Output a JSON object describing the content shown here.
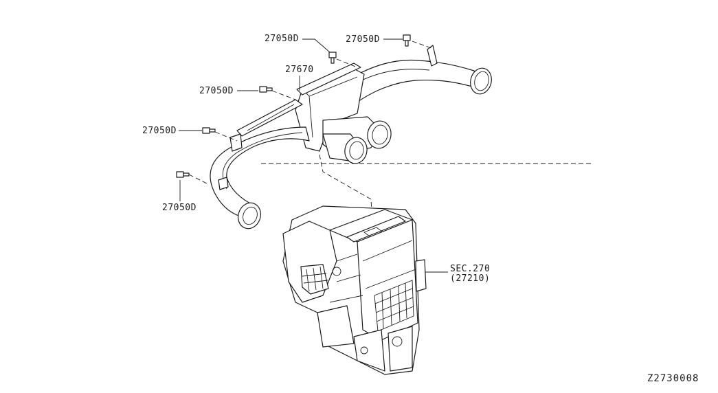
{
  "diagram": {
    "labels": {
      "bolt_top_left": "27050D",
      "bolt_top_right": "27050D",
      "duct_part": "27670",
      "bolt_mid_upper": "27050D",
      "bolt_mid_lower": "27050D",
      "bolt_bottom": "27050D",
      "section_ref": "SEC.270",
      "section_sub": "(27210)"
    },
    "drawing_code": "Z2730008"
  }
}
